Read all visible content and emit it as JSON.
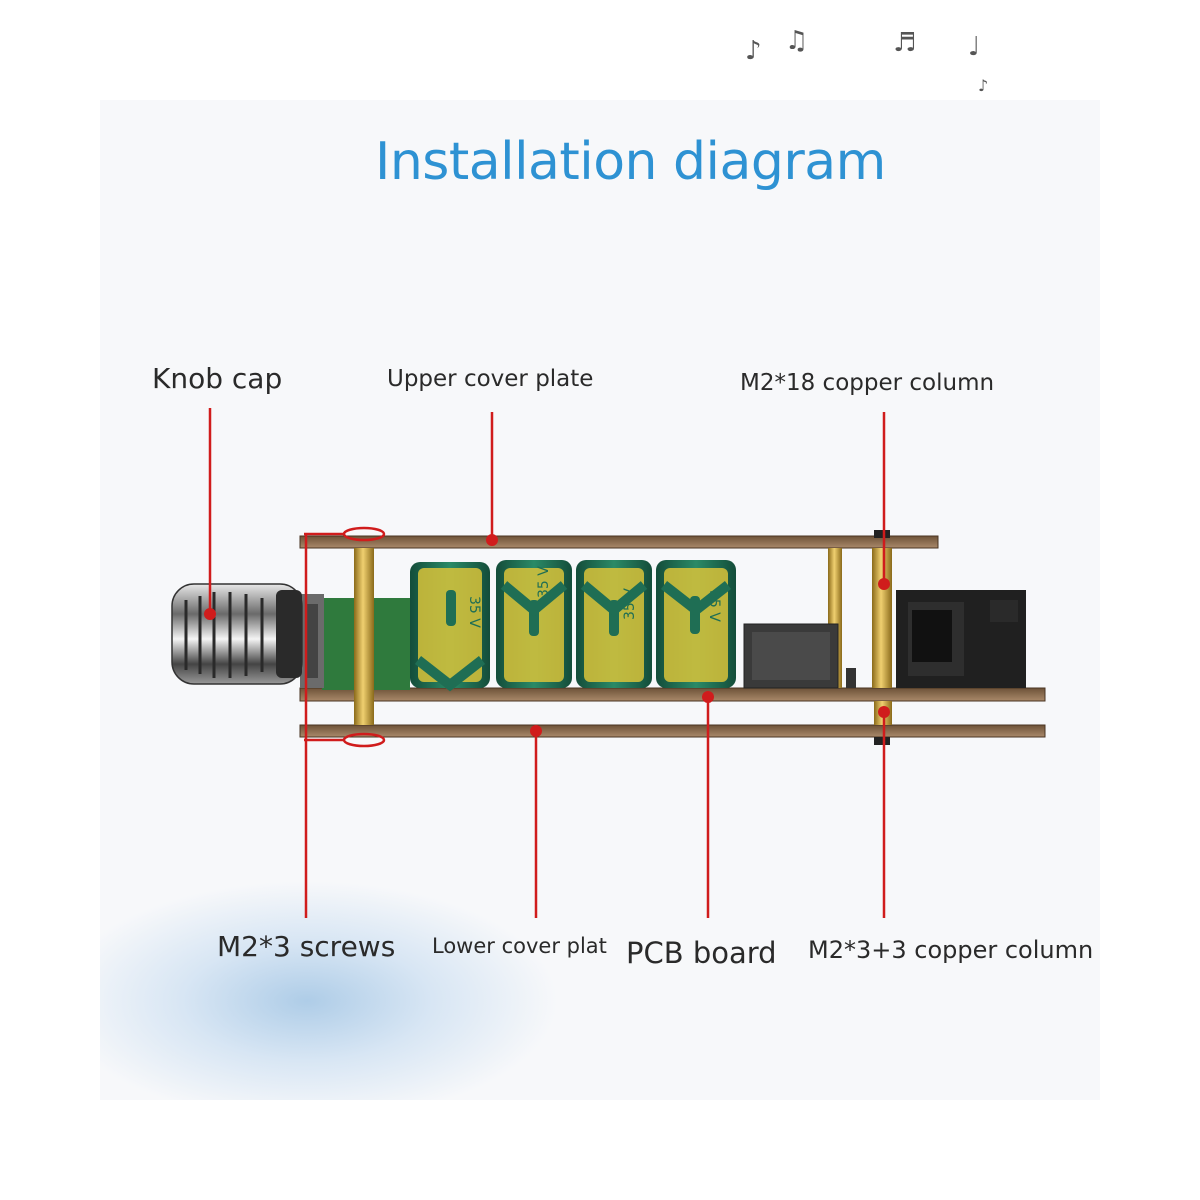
{
  "title": "Installation diagram",
  "labels": {
    "knob_cap": "Knob cap",
    "upper_cover_plate": "Upper cover plate",
    "m2_18_copper_column": "M2*18 copper column",
    "m2_3_screws": "M2*3 screws",
    "lower_cover_plate": "Lower cover plat",
    "pcb_board": "PCB board",
    "m2_3_3_copper_column": "M2*3+3 copper column"
  },
  "capacitor_marking": "35 V",
  "colors": {
    "title": "#2e92d3",
    "callout_line": "#d01c1c",
    "acrylic_plate": "#8a6a4a",
    "capacitor_green": "#1f6e54",
    "capacitor_yellow": "#e0c93a",
    "copper_column": "#c9a23a"
  },
  "icons": [
    "music-notes-icon"
  ]
}
